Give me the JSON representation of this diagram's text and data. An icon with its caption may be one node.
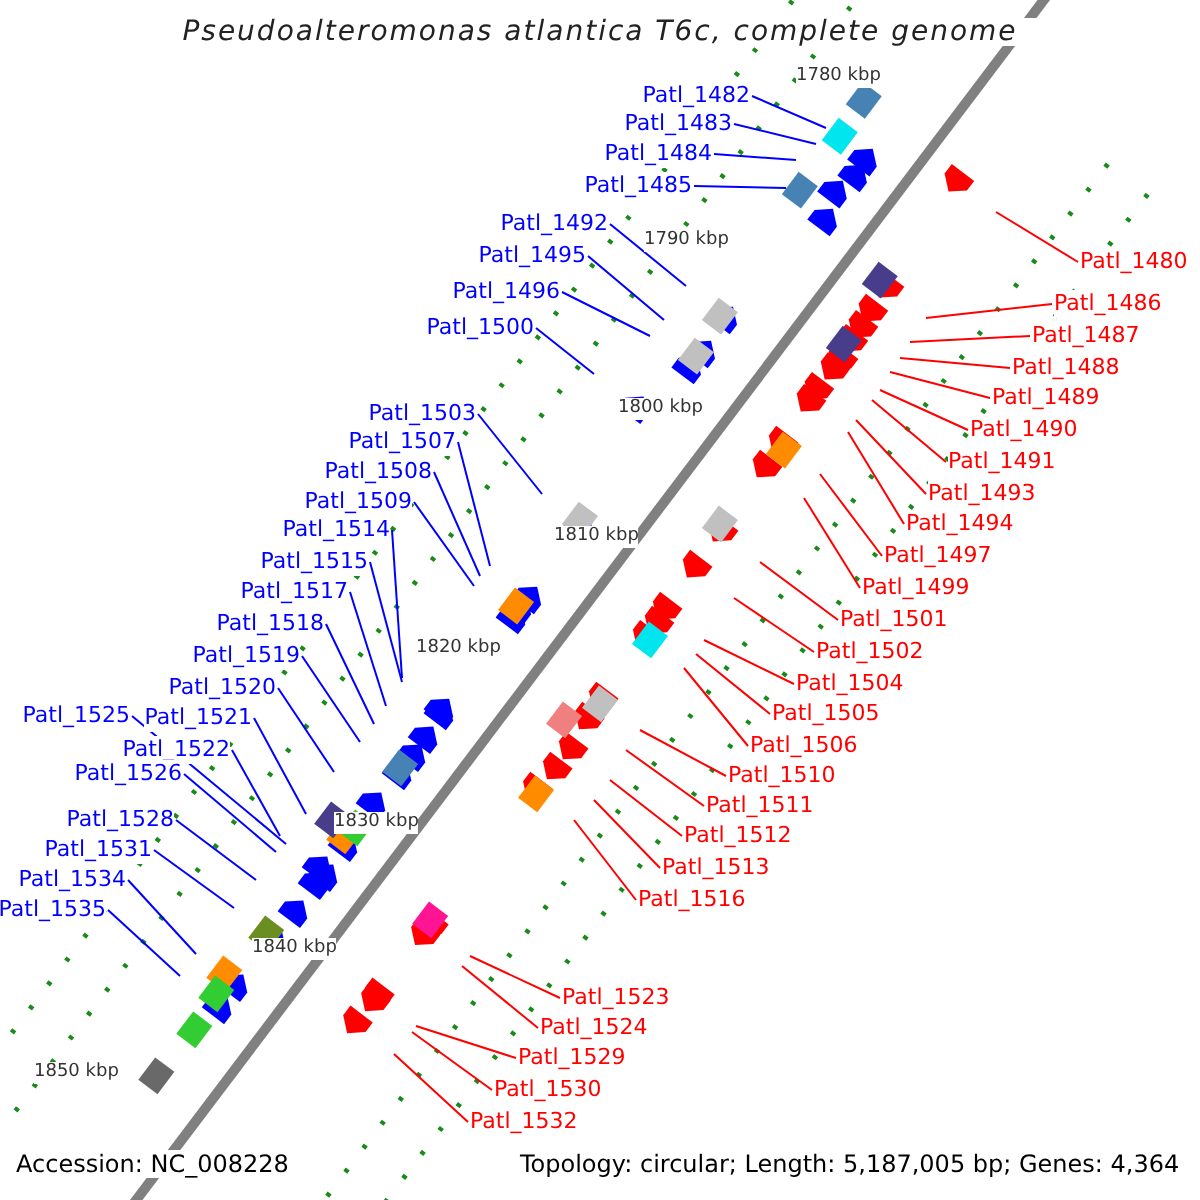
{
  "diagram": {
    "title": "Pseudoalteromonas atlantica T6c, complete genome",
    "nodes": [
      {
        "text": [
          "Patl_1482"
        ]
      },
      {
        "text": [
          "Patl_1483"
        ]
      },
      {
        "text": [
          "Patl_1484"
        ]
      },
      {
        "text": [
          "Patl_1485"
        ]
      },
      {
        "text": [
          "Patl_1492"
        ]
      },
      {
        "text": [
          "Patl_1495"
        ]
      },
      {
        "text": [
          "Patl_1496"
        ]
      },
      {
        "text": [
          "Patl_1500"
        ]
      },
      {
        "text": [
          "Patl_1503"
        ]
      },
      {
        "text": [
          "Patl_1507"
        ]
      },
      {
        "text": [
          "Patl_1508"
        ]
      },
      {
        "text": [
          "Patl_1509"
        ]
      },
      {
        "text": [
          "Patl_1514"
        ]
      },
      {
        "text": [
          "Patl_1515"
        ]
      },
      {
        "text": [
          "Patl_1517"
        ]
      },
      {
        "text": [
          "Patl_1518"
        ]
      },
      {
        "text": [
          "Patl_1519"
        ]
      },
      {
        "text": [
          "Patl_1520"
        ]
      },
      {
        "text": [
          "Patl_1521"
        ]
      },
      {
        "text": [
          "Patl_1525"
        ]
      },
      {
        "text": [
          "Patl_1522"
        ]
      },
      {
        "text": [
          "Patl_1526"
        ]
      },
      {
        "text": [
          "Patl_1528"
        ]
      },
      {
        "text": [
          "Patl_1531"
        ]
      },
      {
        "text": [
          "Patl_1534"
        ]
      },
      {
        "text": [
          "Patl_1535"
        ]
      },
      {
        "text": [
          "Patl_1480"
        ]
      },
      {
        "text": [
          "Patl_1486"
        ]
      },
      {
        "text": [
          "Patl_1487"
        ]
      },
      {
        "text": [
          "Patl_1488"
        ]
      },
      {
        "text": [
          "Patl_1489"
        ]
      },
      {
        "text": [
          "Patl_1490"
        ]
      },
      {
        "text": [
          "Patl_1491"
        ]
      },
      {
        "text": [
          "Patl_1493"
        ]
      },
      {
        "text": [
          "Patl_1494"
        ]
      },
      {
        "text": [
          "Patl_1497"
        ]
      },
      {
        "text": [
          "Patl_1499"
        ]
      },
      {
        "text": [
          "Patl_1501"
        ]
      },
      {
        "text": [
          "Patl_1502"
        ]
      },
      {
        "text": [
          "Patl_1504"
        ]
      },
      {
        "text": [
          "Patl_1505"
        ]
      },
      {
        "text": [
          "Patl_1506"
        ]
      },
      {
        "text": [
          "Patl_1510"
        ]
      },
      {
        "text": [
          "Patl_1511"
        ]
      },
      {
        "text": [
          "Patl_1512"
        ]
      },
      {
        "text": [
          "Patl_1513"
        ]
      },
      {
        "text": [
          "Patl_1516"
        ]
      },
      {
        "text": [
          "Patl_1523"
        ]
      },
      {
        "text": [
          "Patl_1524"
        ]
      },
      {
        "text": [
          "Patl_1529"
        ]
      },
      {
        "text": [
          "Patl_1530"
        ]
      },
      {
        "text": [
          "Patl_1532"
        ]
      }
    ],
    "edges": [
      {
        "from": 0,
        "to": null,
        "arrow": "none"
      },
      {
        "from": 1,
        "to": null,
        "arrow": "none"
      },
      {
        "from": 2,
        "to": null,
        "arrow": "none"
      },
      {
        "from": 3,
        "to": null,
        "arrow": "none"
      },
      {
        "from": 4,
        "to": null,
        "arrow": "none"
      },
      {
        "from": 5,
        "to": null,
        "arrow": "none"
      },
      {
        "from": 6,
        "to": null,
        "arrow": "none"
      },
      {
        "from": 7,
        "to": null,
        "arrow": "none"
      },
      {
        "from": 8,
        "to": null,
        "arrow": "none"
      },
      {
        "from": 9,
        "to": null,
        "arrow": "none"
      },
      {
        "from": 10,
        "to": null,
        "arrow": "none"
      },
      {
        "from": 11,
        "to": null,
        "arrow": "none"
      },
      {
        "from": 12,
        "to": null,
        "arrow": "none"
      },
      {
        "from": 13,
        "to": null,
        "arrow": "none"
      },
      {
        "from": 14,
        "to": null,
        "arrow": "none"
      },
      {
        "from": 15,
        "to": null,
        "arrow": "none"
      },
      {
        "from": 16,
        "to": null,
        "arrow": "none"
      },
      {
        "from": 17,
        "to": null,
        "arrow": "none"
      },
      {
        "from": 18,
        "to": null,
        "arrow": "none"
      },
      {
        "from": 19,
        "to": null,
        "arrow": "none"
      },
      {
        "from": 20,
        "to": null,
        "arrow": "none"
      },
      {
        "from": 21,
        "to": null,
        "arrow": "none"
      },
      {
        "from": 22,
        "to": null,
        "arrow": "none"
      },
      {
        "from": 23,
        "to": null,
        "arrow": "none"
      },
      {
        "from": 24,
        "to": null,
        "arrow": "none"
      },
      {
        "from": 25,
        "to": null,
        "arrow": "none"
      },
      {
        "from": 26,
        "to": null,
        "arrow": "none",
        "color": "#ff0000"
      },
      {
        "from": 27,
        "to": null,
        "arrow": "none",
        "color": "#ff0000"
      },
      {
        "from": 28,
        "to": null,
        "arrow": "none",
        "color": "#ff0000"
      },
      {
        "from": 29,
        "to": null,
        "arrow": "none",
        "color": "#ff0000"
      },
      {
        "from": 30,
        "to": null,
        "arrow": "none",
        "color": "#ff0000"
      },
      {
        "from": 31,
        "to": null,
        "arrow": "none",
        "color": "#ff0000"
      },
      {
        "from": 32,
        "to": null,
        "arrow": "none",
        "color": "#ff0000"
      },
      {
        "from": 33,
        "to": null,
        "arrow": "none",
        "color": "#ff0000"
      },
      {
        "from": 34,
        "to": null,
        "arrow": "none",
        "color": "#ff0000"
      },
      {
        "from": 35,
        "to": null,
        "arrow": "none",
        "color": "#ff0000"
      },
      {
        "from": 36,
        "to": null,
        "arrow": "none",
        "color": "#ff0000"
      },
      {
        "from": 37,
        "to": null,
        "arrow": "none",
        "color": "#ff0000"
      },
      {
        "from": 38,
        "to": null,
        "arrow": "none",
        "color": "#ff0000"
      },
      {
        "from": 39,
        "to": null,
        "arrow": "none",
        "color": "#ff0000"
      },
      {
        "from": 40,
        "to": null,
        "arrow": "none",
        "color": "#ff0000"
      },
      {
        "from": 41,
        "to": null,
        "arrow": "none",
        "color": "#ff0000"
      },
      {
        "from": 42,
        "to": null,
        "arrow": "none",
        "color": "#ff0000"
      },
      {
        "from": 43,
        "to": null,
        "arrow": "none",
        "color": "#ff0000"
      },
      {
        "from": 44,
        "to": null,
        "arrow": "none",
        "color": "#ff0000"
      },
      {
        "from": 45,
        "to": null,
        "arrow": "none",
        "color": "#ff0000"
      },
      {
        "from": 46,
        "to": null,
        "arrow": "none",
        "color": "#ff0000"
      },
      {
        "from": 47,
        "to": null,
        "arrow": "none",
        "color": "#ff0000"
      },
      {
        "from": 48,
        "to": null,
        "arrow": "none",
        "color": "#ff0000"
      },
      {
        "from": 49,
        "to": null,
        "arrow": "none",
        "color": "#ff0000"
      },
      {
        "from": 50,
        "to": null,
        "arrow": "none",
        "color": "#ff0000"
      },
      {
        "from": 51,
        "to": null,
        "arrow": "none",
        "color": "#ff0000"
      }
    ],
    "labels": [
      "1780 kbp",
      "1790 kbp",
      "1800 kbp",
      "1810 kbp",
      "1820 kbp",
      "1830 kbp",
      "1840 kbp",
      "1850 kbp",
      "Accession: NC_008228",
      "Topology: circular; Length: 5,187,005 bp; Genes: 4,364"
    ]
  }
}
